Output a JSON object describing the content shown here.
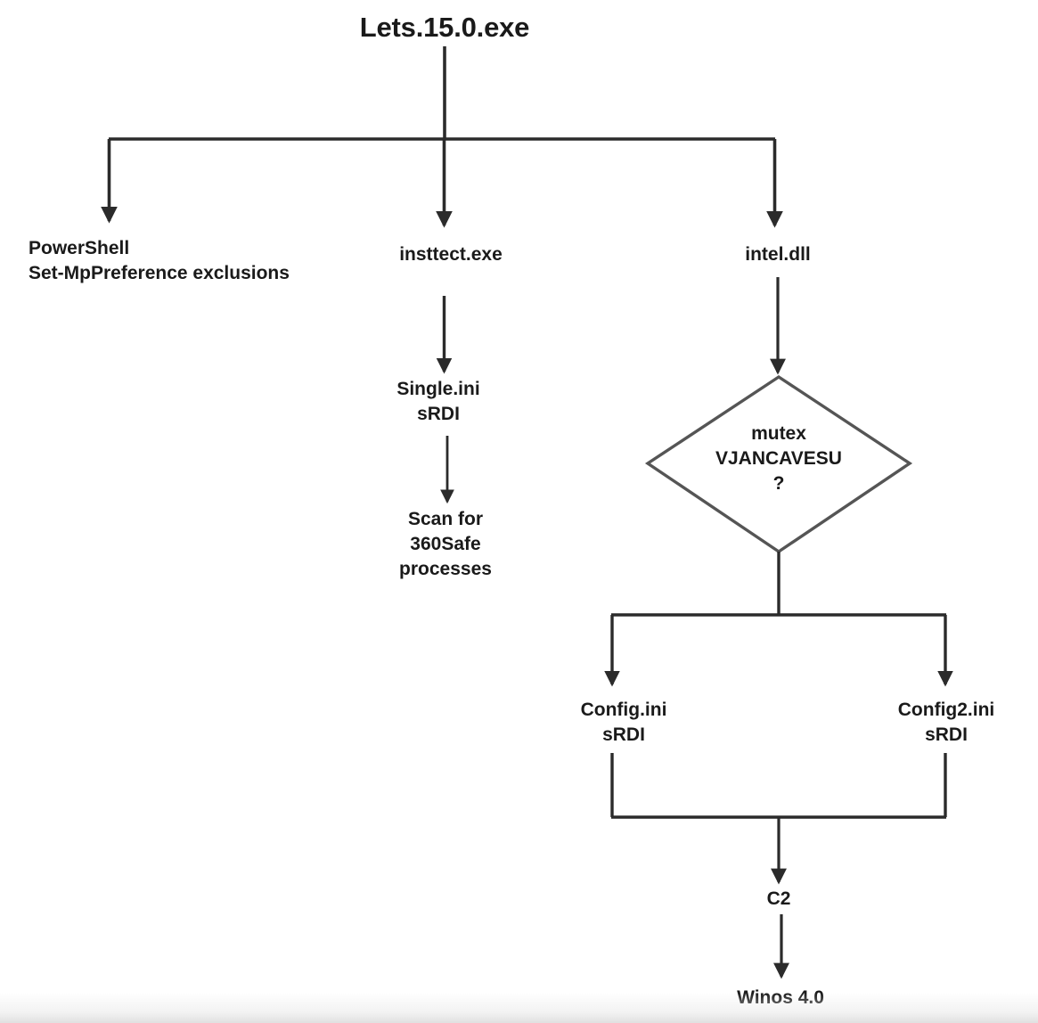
{
  "diagram": {
    "title_text": "Lets.15.0.exe",
    "type": "flowchart",
    "line_color": "#2b2b2b",
    "shape_color": "#555555",
    "text_color": "#1a1a1a",
    "background": "#ffffff"
  },
  "nodes": {
    "root": {
      "label": "Lets.15.0.exe",
      "shape": "text"
    },
    "powershell": {
      "label": "PowerShell\nSet-MpPreference exclusions",
      "shape": "text"
    },
    "insttect": {
      "label": "insttect.exe",
      "shape": "text"
    },
    "intel": {
      "label": "intel.dll",
      "shape": "text"
    },
    "single_ini": {
      "label": "Single.ini\nsRDI",
      "shape": "text"
    },
    "scan": {
      "label": "Scan for\n360Safe\nprocesses",
      "shape": "text"
    },
    "mutex_decision": {
      "label": "mutex\nVJANCAVESU\n?",
      "shape": "diamond"
    },
    "config1": {
      "label": "Config.ini\nsRDI",
      "shape": "text"
    },
    "config2": {
      "label": "Config2.ini\nsRDI",
      "shape": "text"
    },
    "c2": {
      "label": "C2",
      "shape": "text"
    },
    "winos": {
      "label": "Winos 4.0",
      "shape": "text"
    }
  },
  "edges": [
    {
      "from": "root",
      "to": "powershell",
      "style": "elbow-arrow"
    },
    {
      "from": "root",
      "to": "insttect",
      "style": "elbow-arrow"
    },
    {
      "from": "root",
      "to": "intel",
      "style": "elbow-arrow"
    },
    {
      "from": "insttect",
      "to": "single_ini",
      "style": "arrow"
    },
    {
      "from": "single_ini",
      "to": "scan",
      "style": "arrow"
    },
    {
      "from": "intel",
      "to": "mutex_decision",
      "style": "arrow"
    },
    {
      "from": "mutex_decision",
      "to": "config1",
      "style": "elbow-arrow"
    },
    {
      "from": "mutex_decision",
      "to": "config2",
      "style": "elbow-arrow"
    },
    {
      "from": "config1",
      "to": "c2",
      "style": "elbow-merge-arrow"
    },
    {
      "from": "config2",
      "to": "c2",
      "style": "elbow-merge-arrow"
    },
    {
      "from": "c2",
      "to": "winos",
      "style": "arrow"
    }
  ]
}
